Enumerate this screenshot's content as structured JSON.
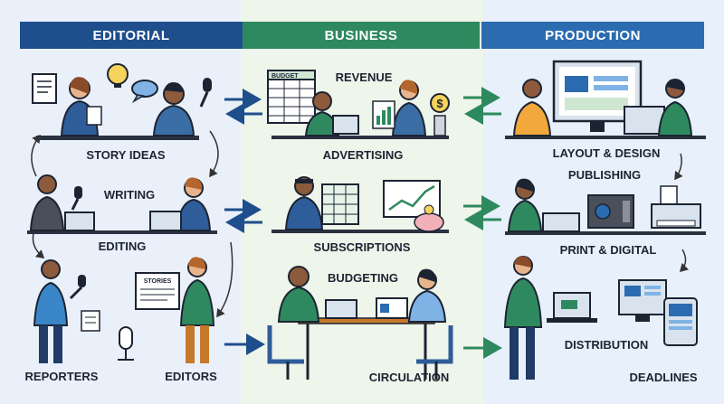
{
  "colors": {
    "editorial_header": "#1f4e8c",
    "business_header": "#2e8a5e",
    "production_header": "#2b6cb0",
    "editorial_bg": "#eaf0fa",
    "business_bg": "#eef5ea",
    "production_bg": "#e7f0fb",
    "ink": "#1c2433",
    "blue_arrow": "#1f4e8c",
    "green_arrow": "#2e8a5e"
  },
  "headers": {
    "editorial": "EDITORIAL",
    "business": "BUSINESS",
    "production": "PRODUCTION"
  },
  "editorial": {
    "story_ideas": "STORY IDEAS",
    "writing": "WRITING",
    "editing": "EDITING",
    "reporters": "REPORTERS",
    "editors": "EDITORS",
    "stories_sign": "STORIES"
  },
  "business": {
    "revenue": "REVENUE",
    "budget_sheet": "BUDGET",
    "advertising": "ADVERTISING",
    "subscriptions": "SUBSCRIPTIONS",
    "budgeting": "BUDGETING",
    "circulation": "CIRCULATION"
  },
  "production": {
    "layout_design": "LAYOUT & DESIGN",
    "publishing": "PUBLISHING",
    "print_digital": "PRINT & DIGITAL",
    "distribution": "DISTRIBUTION",
    "deadlines": "DEADLINES"
  },
  "icons": [
    "document-icon",
    "lightbulb-icon",
    "speech-bubble-icon",
    "microphone-icon",
    "spreadsheet-icon",
    "dollar-coin-icon",
    "laptop-icon",
    "chart-icon",
    "piggy-bank-icon",
    "monitor-icon",
    "printer-icon",
    "tablet-icon",
    "notepad-icon"
  ]
}
